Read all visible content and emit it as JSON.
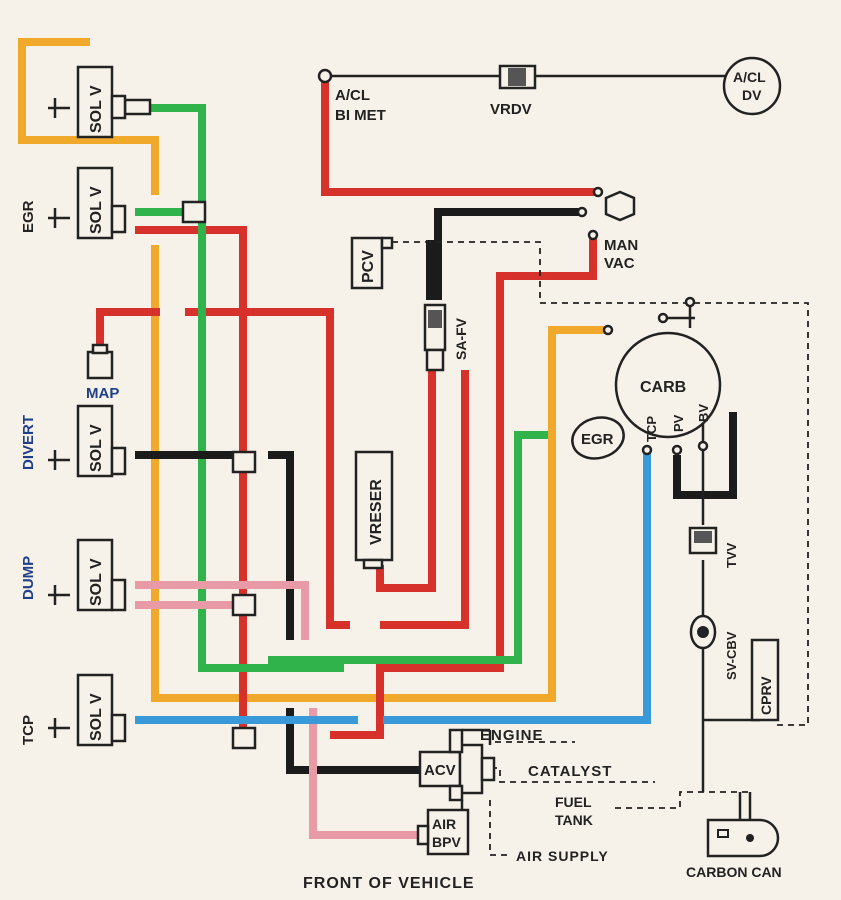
{
  "labels": {
    "acl_dv": [
      "A/CL",
      "DV"
    ],
    "vrdv": "VRDV",
    "acl_bimet": [
      "A/CL",
      "BI MET"
    ],
    "egr_side": "EGR",
    "divert_side": "DIVERT",
    "dump_side": "DUMP",
    "tcp_side": "TCP",
    "sol_v": "SOL V",
    "map": "MAP",
    "pcv": "PCV",
    "sa_fv": "SA-FV",
    "man_vac": [
      "MAN",
      "VAC"
    ],
    "carb": "CARB",
    "carb_ports": [
      "TCP",
      "PV",
      "BV"
    ],
    "egr_valve": "EGR",
    "vreser": "VRESER",
    "tvv": "TVV",
    "sv_cbv": "SV-CBV",
    "cprv": "CPRV",
    "acv": "ACV",
    "engine": "ENGINE",
    "catalyst": "CATALYST",
    "fuel_tank": [
      "FUEL",
      "TANK"
    ],
    "air_bpv": [
      "AIR",
      "BPV"
    ],
    "air_supply": "AIR SUPPLY",
    "carbon_can": "CARBON CAN",
    "front": "FRONT OF VEHICLE"
  },
  "colors": {
    "red": "#d6322b",
    "green": "#2fb34a",
    "yellow": "#f0a92a",
    "blue": "#3a9ad9",
    "pink": "#e89aa6",
    "black": "#1b1b1b",
    "label_blue": "#1f3f8a"
  }
}
